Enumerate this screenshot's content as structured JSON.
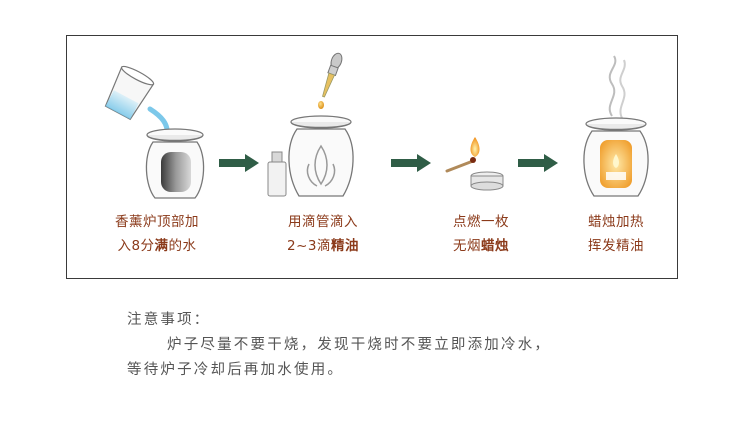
{
  "steps": [
    {
      "line1": "香薰炉顶部加",
      "line2_pre": "入8分",
      "line2_bold": "满",
      "line2_post": "的水",
      "icon": "pour-water"
    },
    {
      "line1": "用滴管滴入",
      "line2_pre": "2~3滴",
      "line2_bold": "精油",
      "line2_post": "",
      "icon": "dropper-oil"
    },
    {
      "line1": "点燃一枚",
      "line2_pre": "无烟",
      "line2_bold": "蜡烛",
      "line2_post": "",
      "icon": "light-candle"
    },
    {
      "line1": "蜡烛加热",
      "line2_pre": "挥发精油",
      "line2_bold": "",
      "line2_post": "",
      "icon": "steam-burner"
    }
  ],
  "notes": {
    "title": "注意事项：",
    "line1": "炉子尽量不要干烧，发现干烧时不要立即添加冷水，",
    "line2": "等待炉子冷却后再加水使用。"
  },
  "colors": {
    "arrow": "#2f5d46",
    "caption": "#8b3a1a",
    "notes": "#555555",
    "border": "#3a3a3a"
  }
}
